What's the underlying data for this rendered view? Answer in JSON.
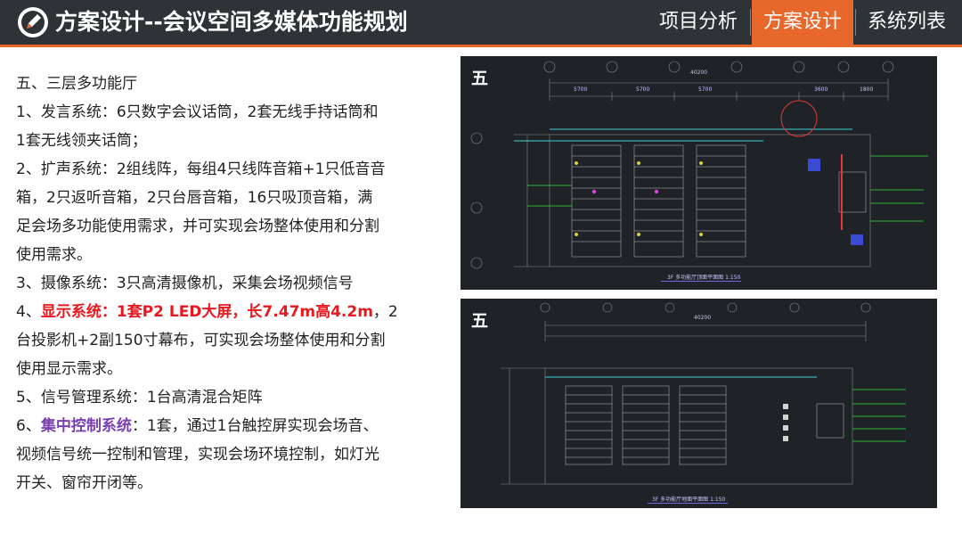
{
  "header": {
    "title": "方案设计--会议空间多媒体功能规划",
    "nav": [
      {
        "label": "项目分析"
      },
      {
        "label": "方案设计"
      },
      {
        "label": "系统列表"
      }
    ]
  },
  "content": {
    "heading": "五、三层多功能厅",
    "l1": "1、发言系统：6只数字会议话筒，2套无线手持话筒和",
    "l2": "1套无线领夹话筒；",
    "l3": "2、扩声系统：2组线阵，每组4只线阵音箱+1只低音音",
    "l4": "箱，2只返听音箱，2只台唇音箱，16只吸顶音箱，满",
    "l5": "足会场多功能使用需求，并可实现会场整体使用和分割",
    "l6": "使用需求。",
    "l7": "3、摄像系统：3只高清摄像机，采集会场视频信号",
    "l8_prefix": "4、",
    "l8_highlight": "显示系统：1套P2 LED大屏，长7.47m高4.2m",
    "l8_suffix": "，2",
    "l9": "台投影机+2副150寸幕布，可实现会场整体使用和分割",
    "l10": "使用显示需求。",
    "l11": "5、信号管理系统：1台高清混合矩阵",
    "l12_prefix": "6、",
    "l12_highlight": "集中控制系统",
    "l12_suffix": "：1套，通过1台触控屏实现会场音、",
    "l13": "视频信号统一控制和管理，实现会场环境控制，如灯光",
    "l14": "开关、窗帘开闭等。"
  },
  "drawings": [
    {
      "label": "五",
      "caption": "3F 多功能厅顶面平面图 1:150",
      "dims": [
        "5700",
        "5700",
        "5700",
        "3600",
        "1800"
      ],
      "total": "40200"
    },
    {
      "label": "五",
      "caption": "3F 多功能厅地面平面图 1:150",
      "dims": [],
      "total": "40200"
    }
  ],
  "colors": {
    "header_bg": "#2d3336",
    "accent": "#e8672a",
    "highlight_red": "#e8191e",
    "highlight_purple": "#7a3fb0",
    "cad_bg": "#1f2227"
  }
}
